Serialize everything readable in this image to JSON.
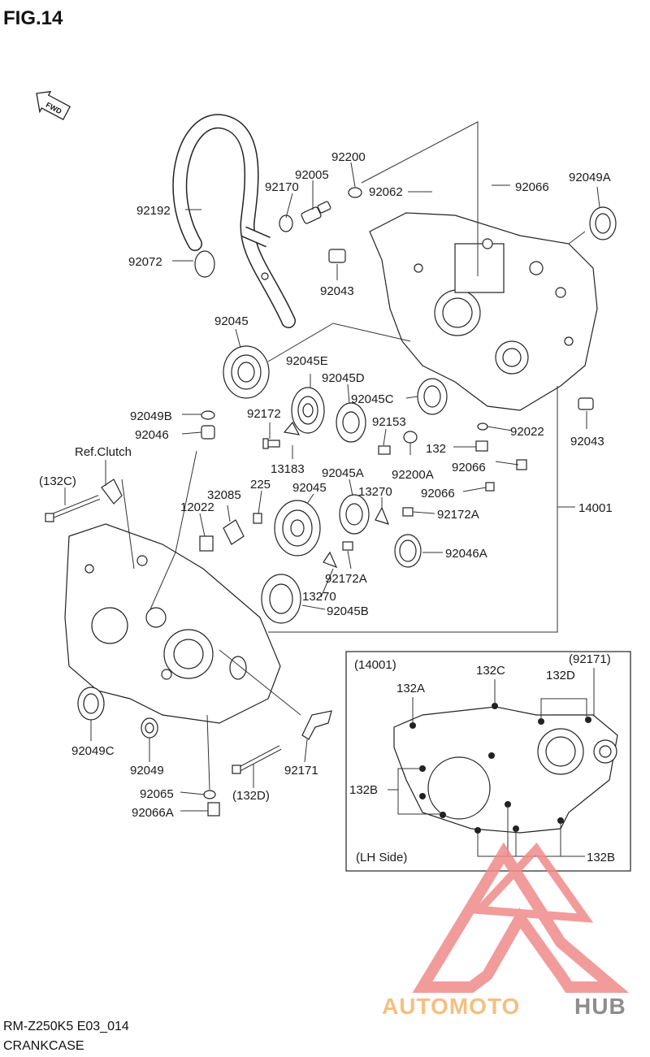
{
  "header": {
    "fig_label": "FIG.14"
  },
  "fwd_label": "FWD",
  "parts": [
    "92200",
    "92005",
    "92170",
    "92062",
    "92066",
    "92049A",
    "92192",
    "92072",
    "92043",
    "92045",
    "92045E",
    "92045D",
    "92045C",
    "92172",
    "92153",
    "92049B",
    "92046",
    "Ref.Clutch",
    "13183",
    "132",
    "92022",
    "92043",
    "92066",
    "92200A",
    "92066",
    "(132C)",
    "32085",
    "225",
    "92045",
    "92045A",
    "13270",
    "92172A",
    "14001",
    "12022",
    "92046A",
    "92172A",
    "13270",
    "92045B",
    "92049C",
    "92049",
    "92065",
    "(132D)",
    "92171",
    "92066A"
  ],
  "inset": {
    "title": "(14001)",
    "caption": "(LH Side)",
    "labels": [
      "132A",
      "132C",
      "(92171)",
      "132D",
      "132B",
      "132B"
    ]
  },
  "footer": {
    "model": "RM-Z250K5 E03_014",
    "section": "CRANKCASE"
  },
  "watermark": {
    "part1": "AUTOMOTO",
    "part2": "HUB"
  },
  "colors": {
    "watermark_red": "#f08a8a",
    "watermark_orange": "#f4b46a",
    "watermark_gray": "#7a7a7a"
  }
}
